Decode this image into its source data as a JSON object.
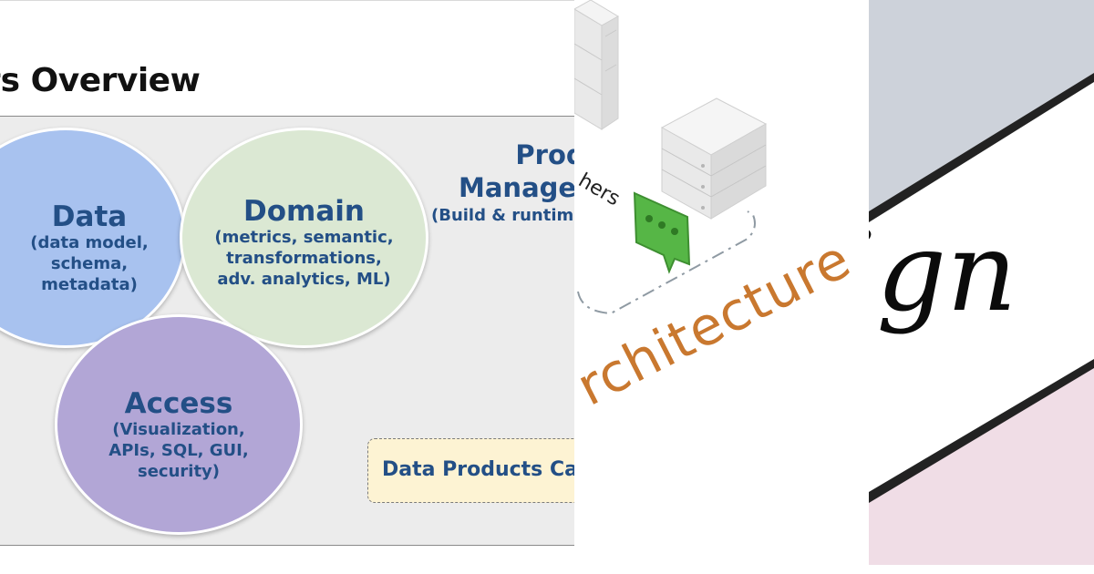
{
  "slide": {
    "title": "ucts Overview",
    "circles": {
      "data": {
        "head": "Data",
        "sub": "(data model,\nschema,\nmetadata)"
      },
      "domain": {
        "head": "Domain",
        "sub": "(metrics, semantic,\ntransformations,\nadv. analytics, ML)"
      },
      "access": {
        "head": "Access",
        "sub": "(Visualization,\nAPIs, SQL, GUI,\nsecurity)"
      }
    },
    "product_mgmt": {
      "line1": "Produ",
      "line2": "Managem",
      "sub": "(Build & runtime"
    },
    "catalog": "Data Products Ca",
    "colors": {
      "text": "#234f86",
      "data": "#a8c2ef",
      "domain": "#dbe8d3",
      "access": "#b2a6d6",
      "catalog": "#fdf3d3"
    }
  },
  "architecture": {
    "word": "rchitecture",
    "others": "hers",
    "colors": {
      "word": "#c9782f",
      "chat_bubble": "#56b646"
    },
    "icons": [
      "server-rack-icon",
      "chat-bubble-icon"
    ]
  },
  "design": {
    "word": "ign",
    "colors": {
      "top_band": "#cdd2da",
      "bottom_band": "#f0dde6"
    }
  }
}
